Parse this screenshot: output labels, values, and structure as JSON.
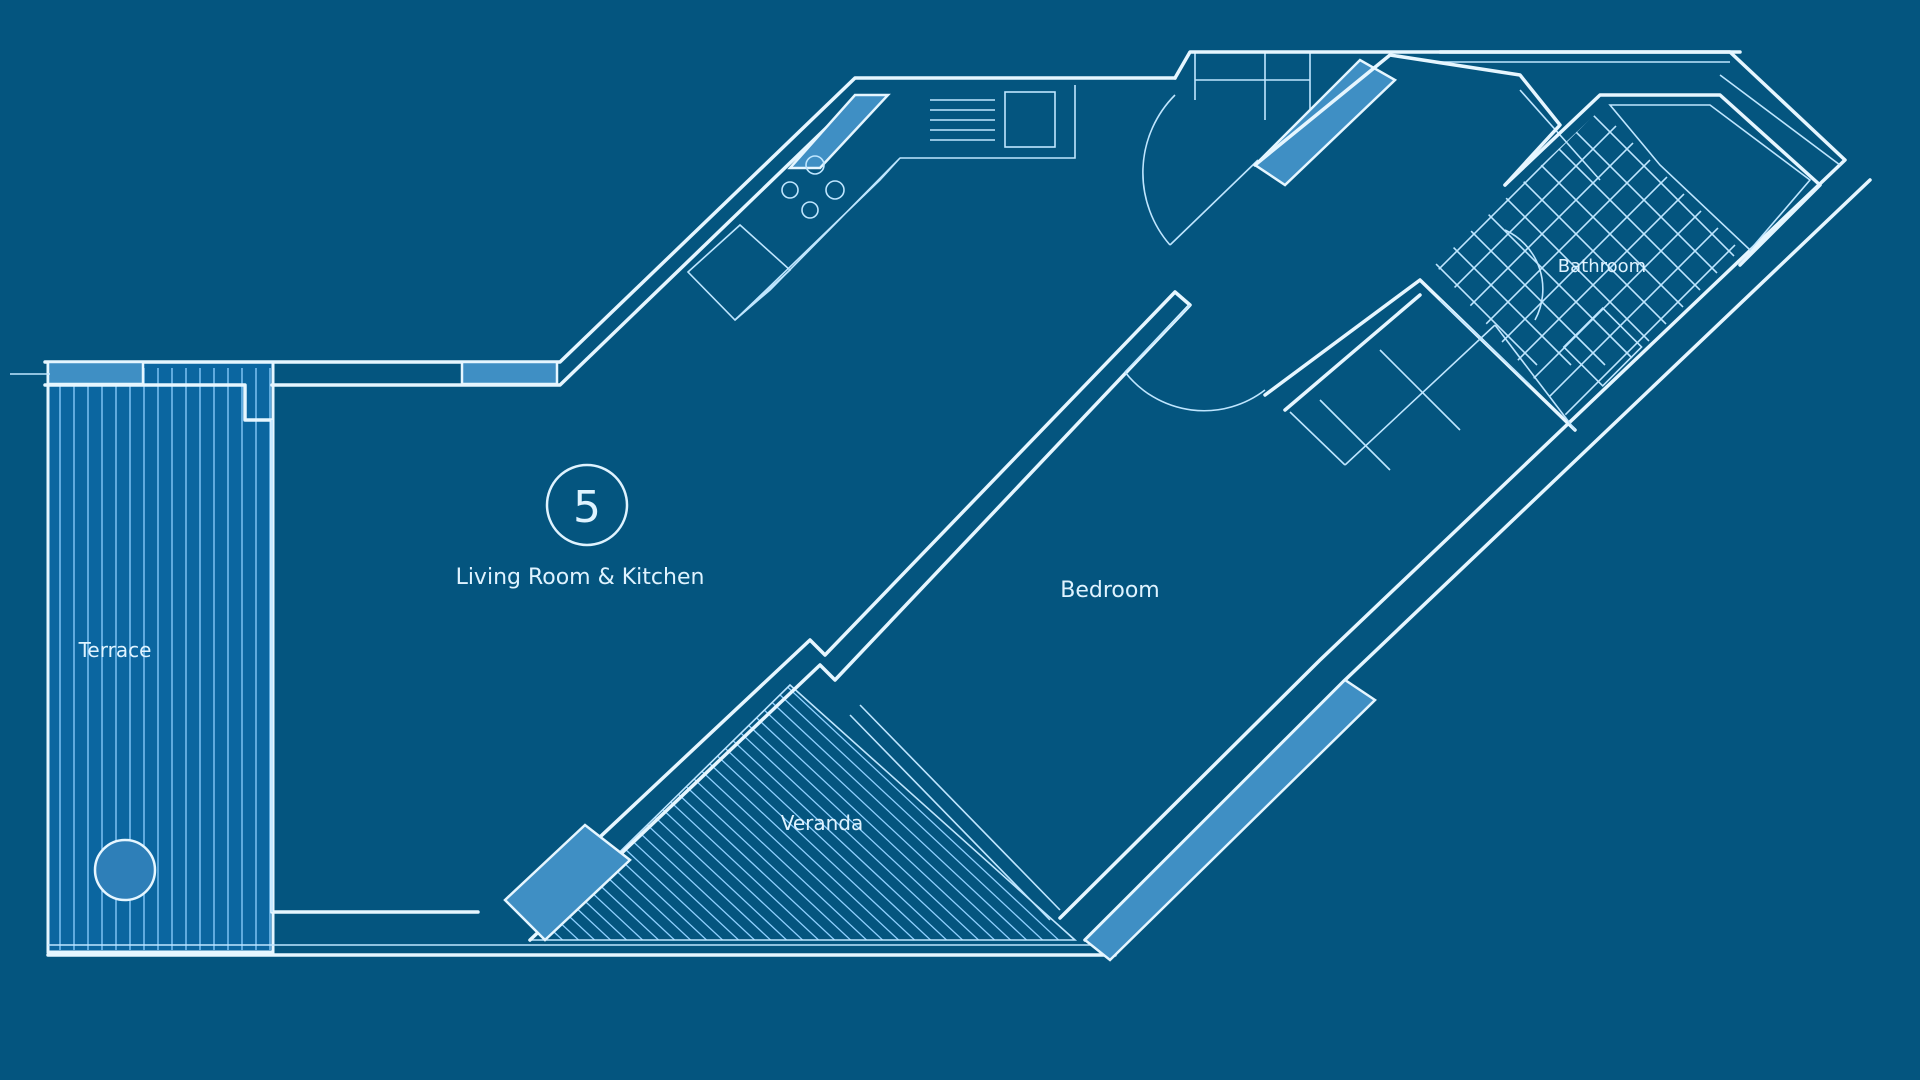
{
  "rooms": {
    "living": {
      "number": "5",
      "label": "Living Room & Kitchen"
    },
    "bedroom": {
      "label": "Bedroom"
    },
    "bathroom": {
      "label": "Bathroom"
    },
    "terrace": {
      "label": "Terrace"
    },
    "veranda": {
      "label": "Veranda"
    }
  },
  "colors": {
    "background": "#04557f",
    "line": "#e6f6ff",
    "accent": "#3f8fc4"
  }
}
